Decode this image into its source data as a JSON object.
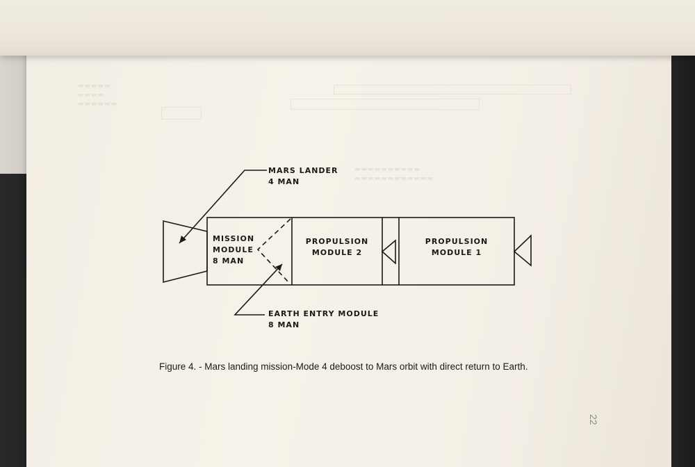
{
  "figure": {
    "mars_lander": [
      "MARS LANDER",
      "4 MAN"
    ],
    "mission_module": [
      "MISSION",
      "MODULE",
      "8 MAN"
    ],
    "propulsion_module_2": [
      "PROPULSION",
      "MODULE 2"
    ],
    "propulsion_module_1": [
      "PROPULSION",
      "MODULE 1"
    ],
    "earth_entry_module": [
      "EARTH ENTRY MODULE",
      "8 MAN"
    ],
    "caption": "Figure 4. - Mars landing mission-Mode 4 deboost to Mars orbit with direct return to Earth."
  },
  "page_number": "22",
  "colors": {
    "paper": "#f4efe6",
    "ink": "#1a1917"
  }
}
